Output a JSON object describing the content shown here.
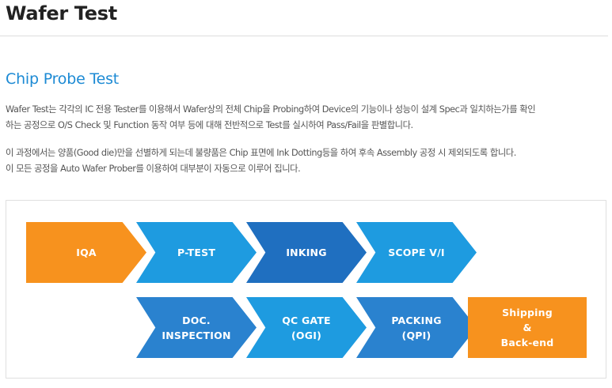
{
  "page": {
    "title": "Wafer Test"
  },
  "section": {
    "title": "Chip Probe Test"
  },
  "paragraphs": {
    "p1_line1": "Wafer Test는 각각의 IC 전용 Tester를 이용해서 Wafer상의 전체 Chip을 Probing하여 Device의 기능이나 성능이 설계 Spec과 일치하는가를 확인",
    "p1_line2": "하는 공정으로 O/S Check 및 Function 동작 여부 등에 대해 전반적으로 Test를 실시하여 Pass/Fail을 판별합니다.",
    "p2_line1": "이 과정에서는 양품(Good die)만을 선별하게 되는데 불량품은 Chip 표면에 Ink Dotting등을 하여 후속 Assembly 공정 시 제외되도록 합니다.",
    "p2_line2": "이 모든 공정을 Auto Wafer Prober를 이용하여 대부분이 자동으로 이루어 집니다."
  },
  "flow": {
    "row1": [
      "IQA",
      "P-TEST",
      "INKING",
      "SCOPE V/I"
    ],
    "row2": [
      "DOC.\nINSPECTION",
      "QC GATE\n(OGI)",
      "PACKING\n(QPI)",
      "Shipping\n&\nBack-end"
    ]
  },
  "colors": {
    "orange": "#f7921e",
    "light_blue": "#1e9be0",
    "mid_blue": "#2a82cf",
    "dark_blue": "#1f6fc0",
    "section_title": "#1c8ad4"
  }
}
